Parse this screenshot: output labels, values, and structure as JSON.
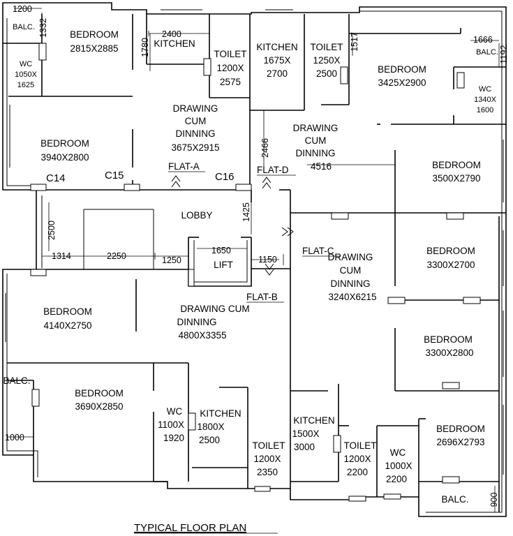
{
  "title": "TYPICAL FLOOR PLAN",
  "rooms": [
    {
      "lines": [
        "BEDROOM",
        "2815X2885"
      ]
    },
    {
      "lines": [
        "WC",
        "1050X",
        "1625"
      ]
    },
    {
      "lines": [
        "KITCHEN"
      ]
    },
    {
      "lines": [
        "TOILET",
        "1200X",
        "2575"
      ]
    },
    {
      "lines": [
        "KITCHEN",
        "1675X",
        "2700"
      ]
    },
    {
      "lines": [
        "TOILET",
        "1250X",
        "2500"
      ]
    },
    {
      "lines": [
        "BEDROOM",
        "3425X2900"
      ]
    },
    {
      "lines": [
        "WC",
        "1340X",
        "1600"
      ]
    },
    {
      "lines": [
        "BALC."
      ]
    },
    {
      "lines": [
        "BALC."
      ]
    },
    {
      "lines": [
        "DRAWING",
        "CUM",
        "DINNING",
        "3675X2915"
      ]
    },
    {
      "lines": [
        "DRAWING",
        "CUM",
        "DINNING"
      ]
    },
    {
      "lines": [
        "BEDROOM",
        "3940X2800"
      ]
    },
    {
      "lines": [
        "BEDROOM",
        "3500X2790"
      ]
    },
    {
      "lines": [
        "LOBBY"
      ]
    },
    {
      "lines": [
        "LIFT"
      ]
    },
    {
      "lines": [
        "DRAWING",
        "CUM",
        "DINNING",
        "3240X6215"
      ]
    },
    {
      "lines": [
        "BEDROOM",
        "3300X2700"
      ]
    },
    {
      "lines": [
        "BEDROOM",
        "4140X2750"
      ]
    },
    {
      "lines": [
        "DRAWING CUM",
        "DINNING",
        "4800X3355"
      ]
    },
    {
      "lines": [
        "BEDROOM",
        "3300X2800"
      ]
    },
    {
      "lines": [
        "BALC."
      ]
    },
    {
      "lines": [
        "BEDROOM",
        "3690X2850"
      ]
    },
    {
      "lines": [
        "WC",
        "1100X",
        "1920"
      ]
    },
    {
      "lines": [
        "KITCHEN",
        "1800X",
        "2500"
      ]
    },
    {
      "lines": [
        "KITCHEN",
        "1500X",
        "3000"
      ]
    },
    {
      "lines": [
        "TOILET",
        "1200X",
        "2200"
      ]
    },
    {
      "lines": [
        "WC",
        "1000X",
        "2200"
      ]
    },
    {
      "lines": [
        "BEDROOM",
        "2696X2793"
      ]
    },
    {
      "lines": [
        "TOILET",
        "1200X",
        "2350"
      ]
    },
    {
      "lines": [
        "BALC."
      ]
    }
  ],
  "flats": [
    "FLAT-A",
    "FLAT-D",
    "FLAT-C",
    "FLAT-B"
  ],
  "columns": [
    "C14",
    "C15",
    "C16"
  ],
  "dimensions": [
    "1200",
    "1332",
    "2400",
    "1780",
    "1517",
    "1666",
    "1192",
    "2466",
    "4516",
    "1425",
    "2500",
    "1314",
    "2250",
    "1250",
    "1650",
    "1150",
    "1000",
    "900"
  ]
}
